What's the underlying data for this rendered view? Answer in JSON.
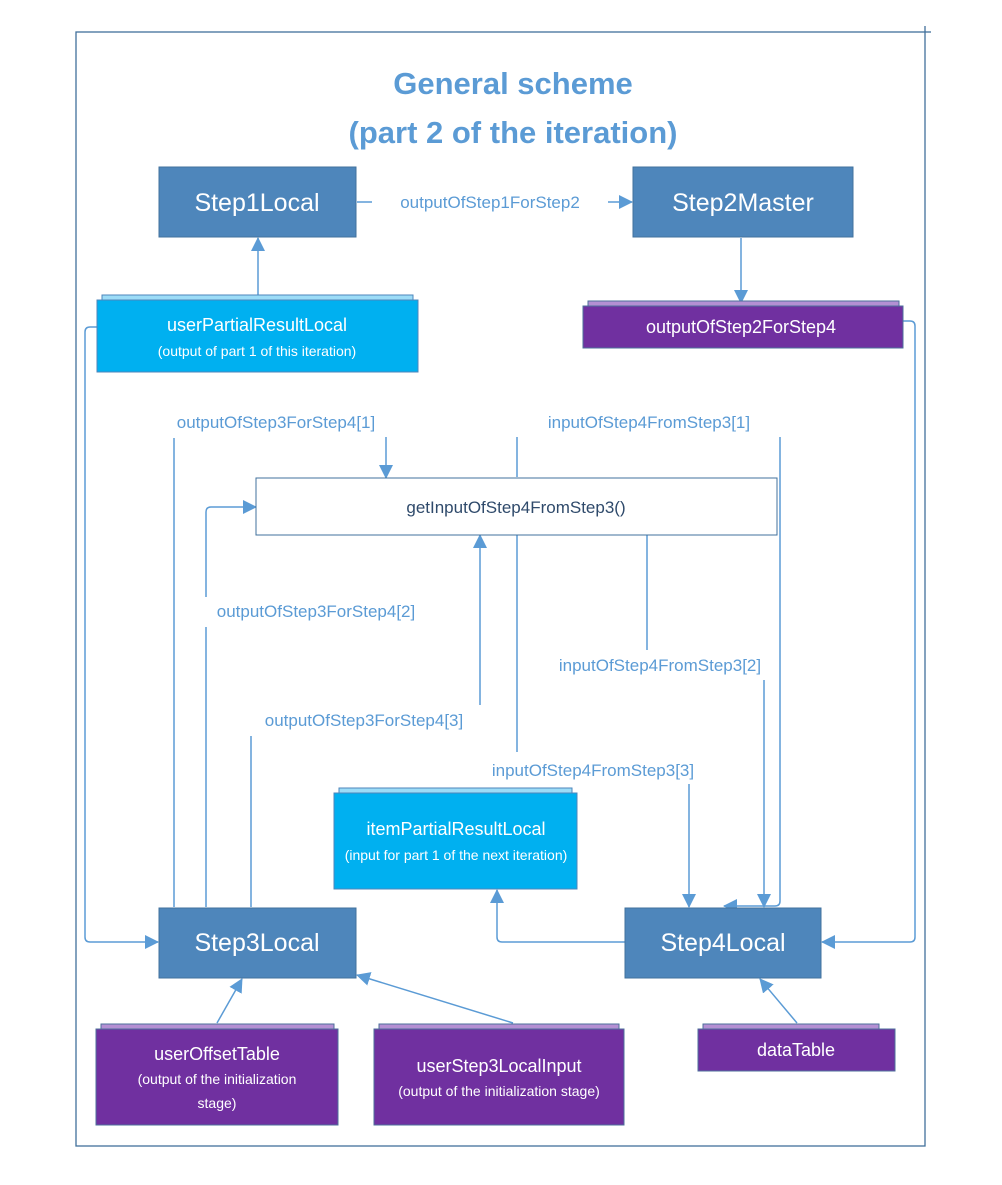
{
  "title": {
    "line1": "General scheme",
    "line2": "(part 2 of the iteration)"
  },
  "colors": {
    "process": "#4e86bb",
    "input_cyan": "#00b0f0",
    "input_purple": "#7030a0",
    "connector": "#5b9bd5",
    "title": "#5b9bd5"
  },
  "nodes": {
    "step1": {
      "label": "Step1Local"
    },
    "step2": {
      "label": "Step2Master"
    },
    "step3": {
      "label": "Step3Local"
    },
    "step4": {
      "label": "Step4Local"
    },
    "userPartial": {
      "label": "userPartialResultLocal",
      "sub": "(output of part 1 of this iteration)"
    },
    "outStep2": {
      "label": "outputOfStep2ForStep4"
    },
    "func": {
      "label": "getInputOfStep4FromStep3()"
    },
    "itemPartial": {
      "label": "itemPartialResultLocal",
      "sub": "(input for part 1 of the next iteration)"
    },
    "userOffset": {
      "label": "userOffsetTable",
      "sub1": "(output of the initialization",
      "sub2": "stage)"
    },
    "userStep3Input": {
      "label": "userStep3LocalInput",
      "sub": "(output of the initialization stage)"
    },
    "dataTable": {
      "label": "dataTable"
    }
  },
  "edge_labels": {
    "s1_to_s2": "outputOfStep1ForStep2",
    "out3_1": "outputOfStep3ForStep4[1]",
    "out3_2": "outputOfStep3ForStep4[2]",
    "out3_3": "outputOfStep3ForStep4[3]",
    "in4_1": "inputOfStep4FromStep3[1]",
    "in4_2": "inputOfStep4FromStep3[2]",
    "in4_3": "inputOfStep4FromStep3[3]"
  }
}
